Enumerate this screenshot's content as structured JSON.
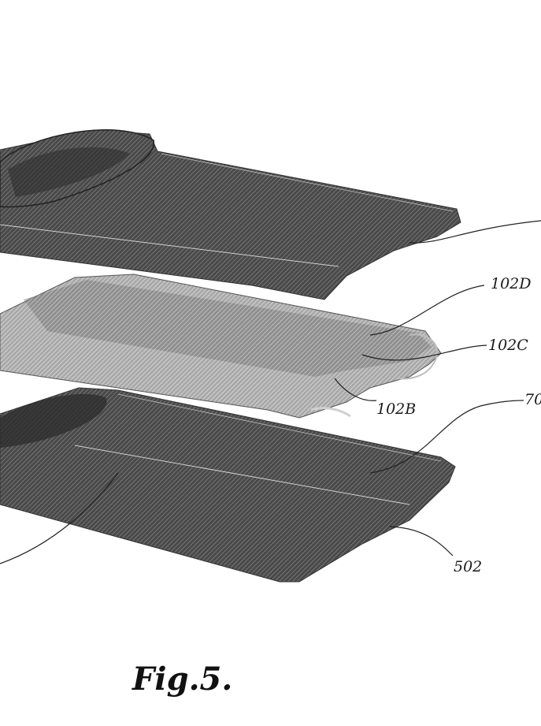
{
  "figure": {
    "caption": "Fig.5.",
    "labels": {
      "l102D": "102D",
      "l102C": "102C",
      "l102B": "102B",
      "l70": "70",
      "l502": "502"
    }
  },
  "colors": {
    "plate_dark": "#5a5a5a",
    "plate_mid": "#8c8c8c",
    "plate_light": "#b8b8b8",
    "line": "#222222"
  }
}
